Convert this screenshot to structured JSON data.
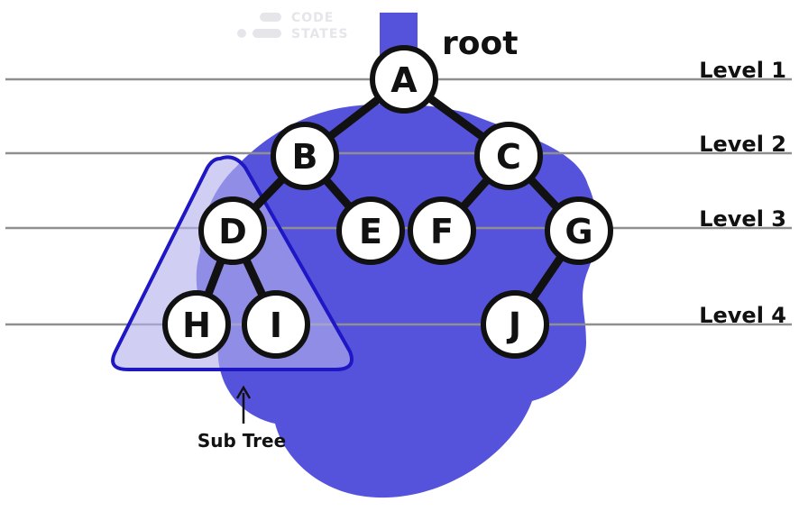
{
  "logo": {
    "line1": "CODE",
    "line2": "STATES"
  },
  "root_label": "root",
  "subtree_label": "Sub Tree",
  "levels": [
    {
      "label": "Level 1"
    },
    {
      "label": "Level 2"
    },
    {
      "label": "Level 3"
    },
    {
      "label": "Level 4"
    }
  ],
  "nodes": [
    {
      "id": "A",
      "label": "A"
    },
    {
      "id": "B",
      "label": "B"
    },
    {
      "id": "C",
      "label": "C"
    },
    {
      "id": "D",
      "label": "D"
    },
    {
      "id": "E",
      "label": "E"
    },
    {
      "id": "F",
      "label": "F"
    },
    {
      "id": "G",
      "label": "G"
    },
    {
      "id": "H",
      "label": "H"
    },
    {
      "id": "I",
      "label": "I"
    },
    {
      "id": "J",
      "label": "J"
    }
  ],
  "edges": [
    [
      "A",
      "B"
    ],
    [
      "A",
      "C"
    ],
    [
      "B",
      "D"
    ],
    [
      "B",
      "E"
    ],
    [
      "C",
      "F"
    ],
    [
      "C",
      "G"
    ],
    [
      "D",
      "H"
    ],
    [
      "D",
      "I"
    ],
    [
      "G",
      "J"
    ]
  ],
  "colors": {
    "blob": "#5553dc",
    "subtree_fill": "#b3b2ec",
    "subtree_stroke": "#1f17c4",
    "level_line": "#8f8f8f",
    "edge": "#111111",
    "node_fill": "#ffffff",
    "node_stroke": "#111111"
  }
}
